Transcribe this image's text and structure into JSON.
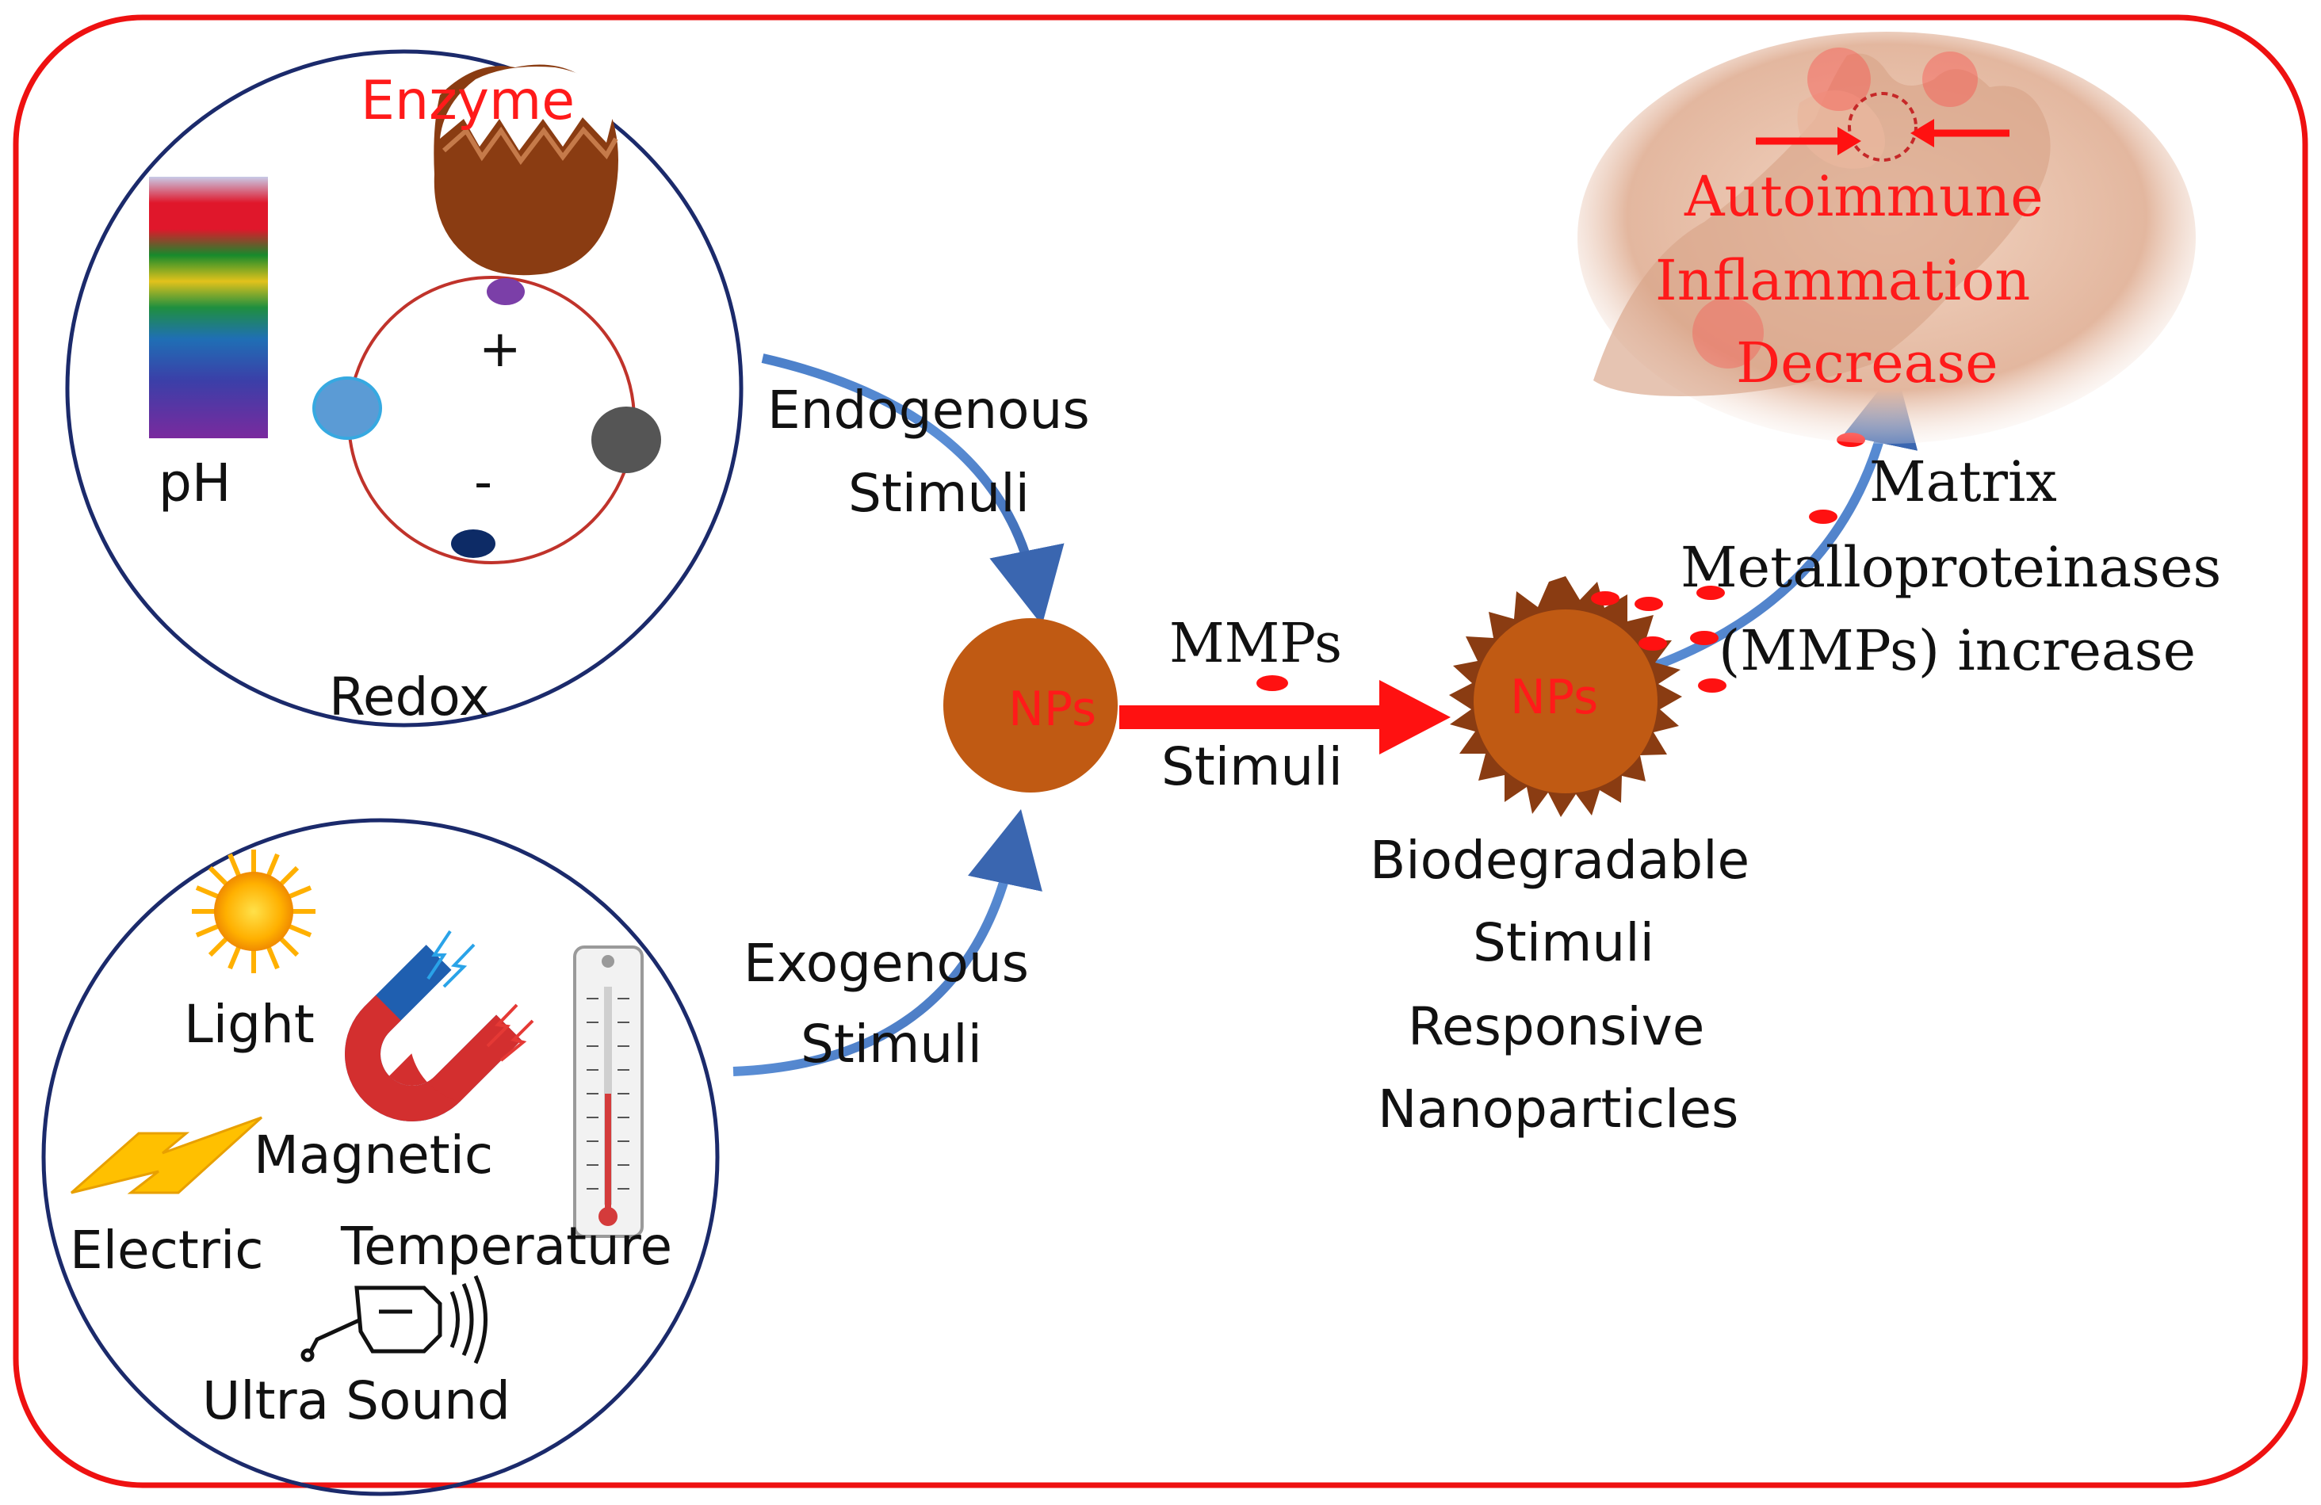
{
  "endogenous_panel": {
    "enzyme_label": "Enzyme",
    "ph_label": "pH",
    "plus_sign": "+",
    "minus_sign": "-",
    "redox_label": "Redox"
  },
  "exogenous_panel": {
    "light_label": "Light",
    "magnetic_label": "Magnetic",
    "electric_label": "Electric",
    "temperature_label": "Temperature",
    "ultrasound_label": "Ultra Sound"
  },
  "flow": {
    "endogenous_line1": "Endogenous",
    "endogenous_line2": "Stimuli",
    "exogenous_line1": "Exogenous",
    "exogenous_line2": "Stimuli",
    "np_left_label": "NPs",
    "mmps_label": "MMPs",
    "stimuli_label": "Stimuli",
    "np_right_label": "NPs",
    "biodegradable_lines": [
      "Biodegradable",
      "Stimuli",
      "Responsive",
      "Nanoparticles"
    ],
    "mmp_lines": [
      "Matrix",
      "Metalloproteinases",
      "(MMPs) increase"
    ],
    "outcome_lines": [
      "Autoimmune",
      "Inflammation",
      "Decrease"
    ]
  },
  "colors": {
    "frame": "#ee1111",
    "circle_outline": "#1b2a6b",
    "nanoparticle": "#c05a13",
    "arrow_red": "#ff1111"
  },
  "icons": [
    "enzyme-icon",
    "ph-scale-icon",
    "sun-icon",
    "magnet-icon",
    "lightning-icon",
    "thermometer-icon",
    "ultrasound-probe-icon",
    "hand-icon"
  ]
}
